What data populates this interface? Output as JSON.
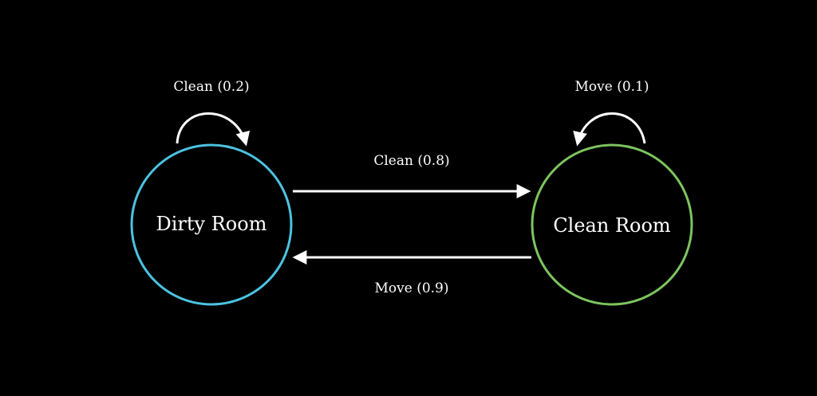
{
  "diagram": {
    "type": "state-transition",
    "nodes": {
      "dirty": {
        "label": "Dirty Room",
        "color": "#4cc3e0"
      },
      "clean": {
        "label": "Clean Room",
        "color": "#7cc560"
      }
    },
    "edges": {
      "dirty_self": {
        "label": "Clean (0.2)"
      },
      "dirty_to_clean": {
        "label": "Clean (0.8)"
      },
      "clean_to_dirty": {
        "label": "Move (0.9)"
      },
      "clean_self": {
        "label": "Move (0.1)"
      }
    },
    "background": "#000000",
    "edge_color": "#ffffff"
  }
}
